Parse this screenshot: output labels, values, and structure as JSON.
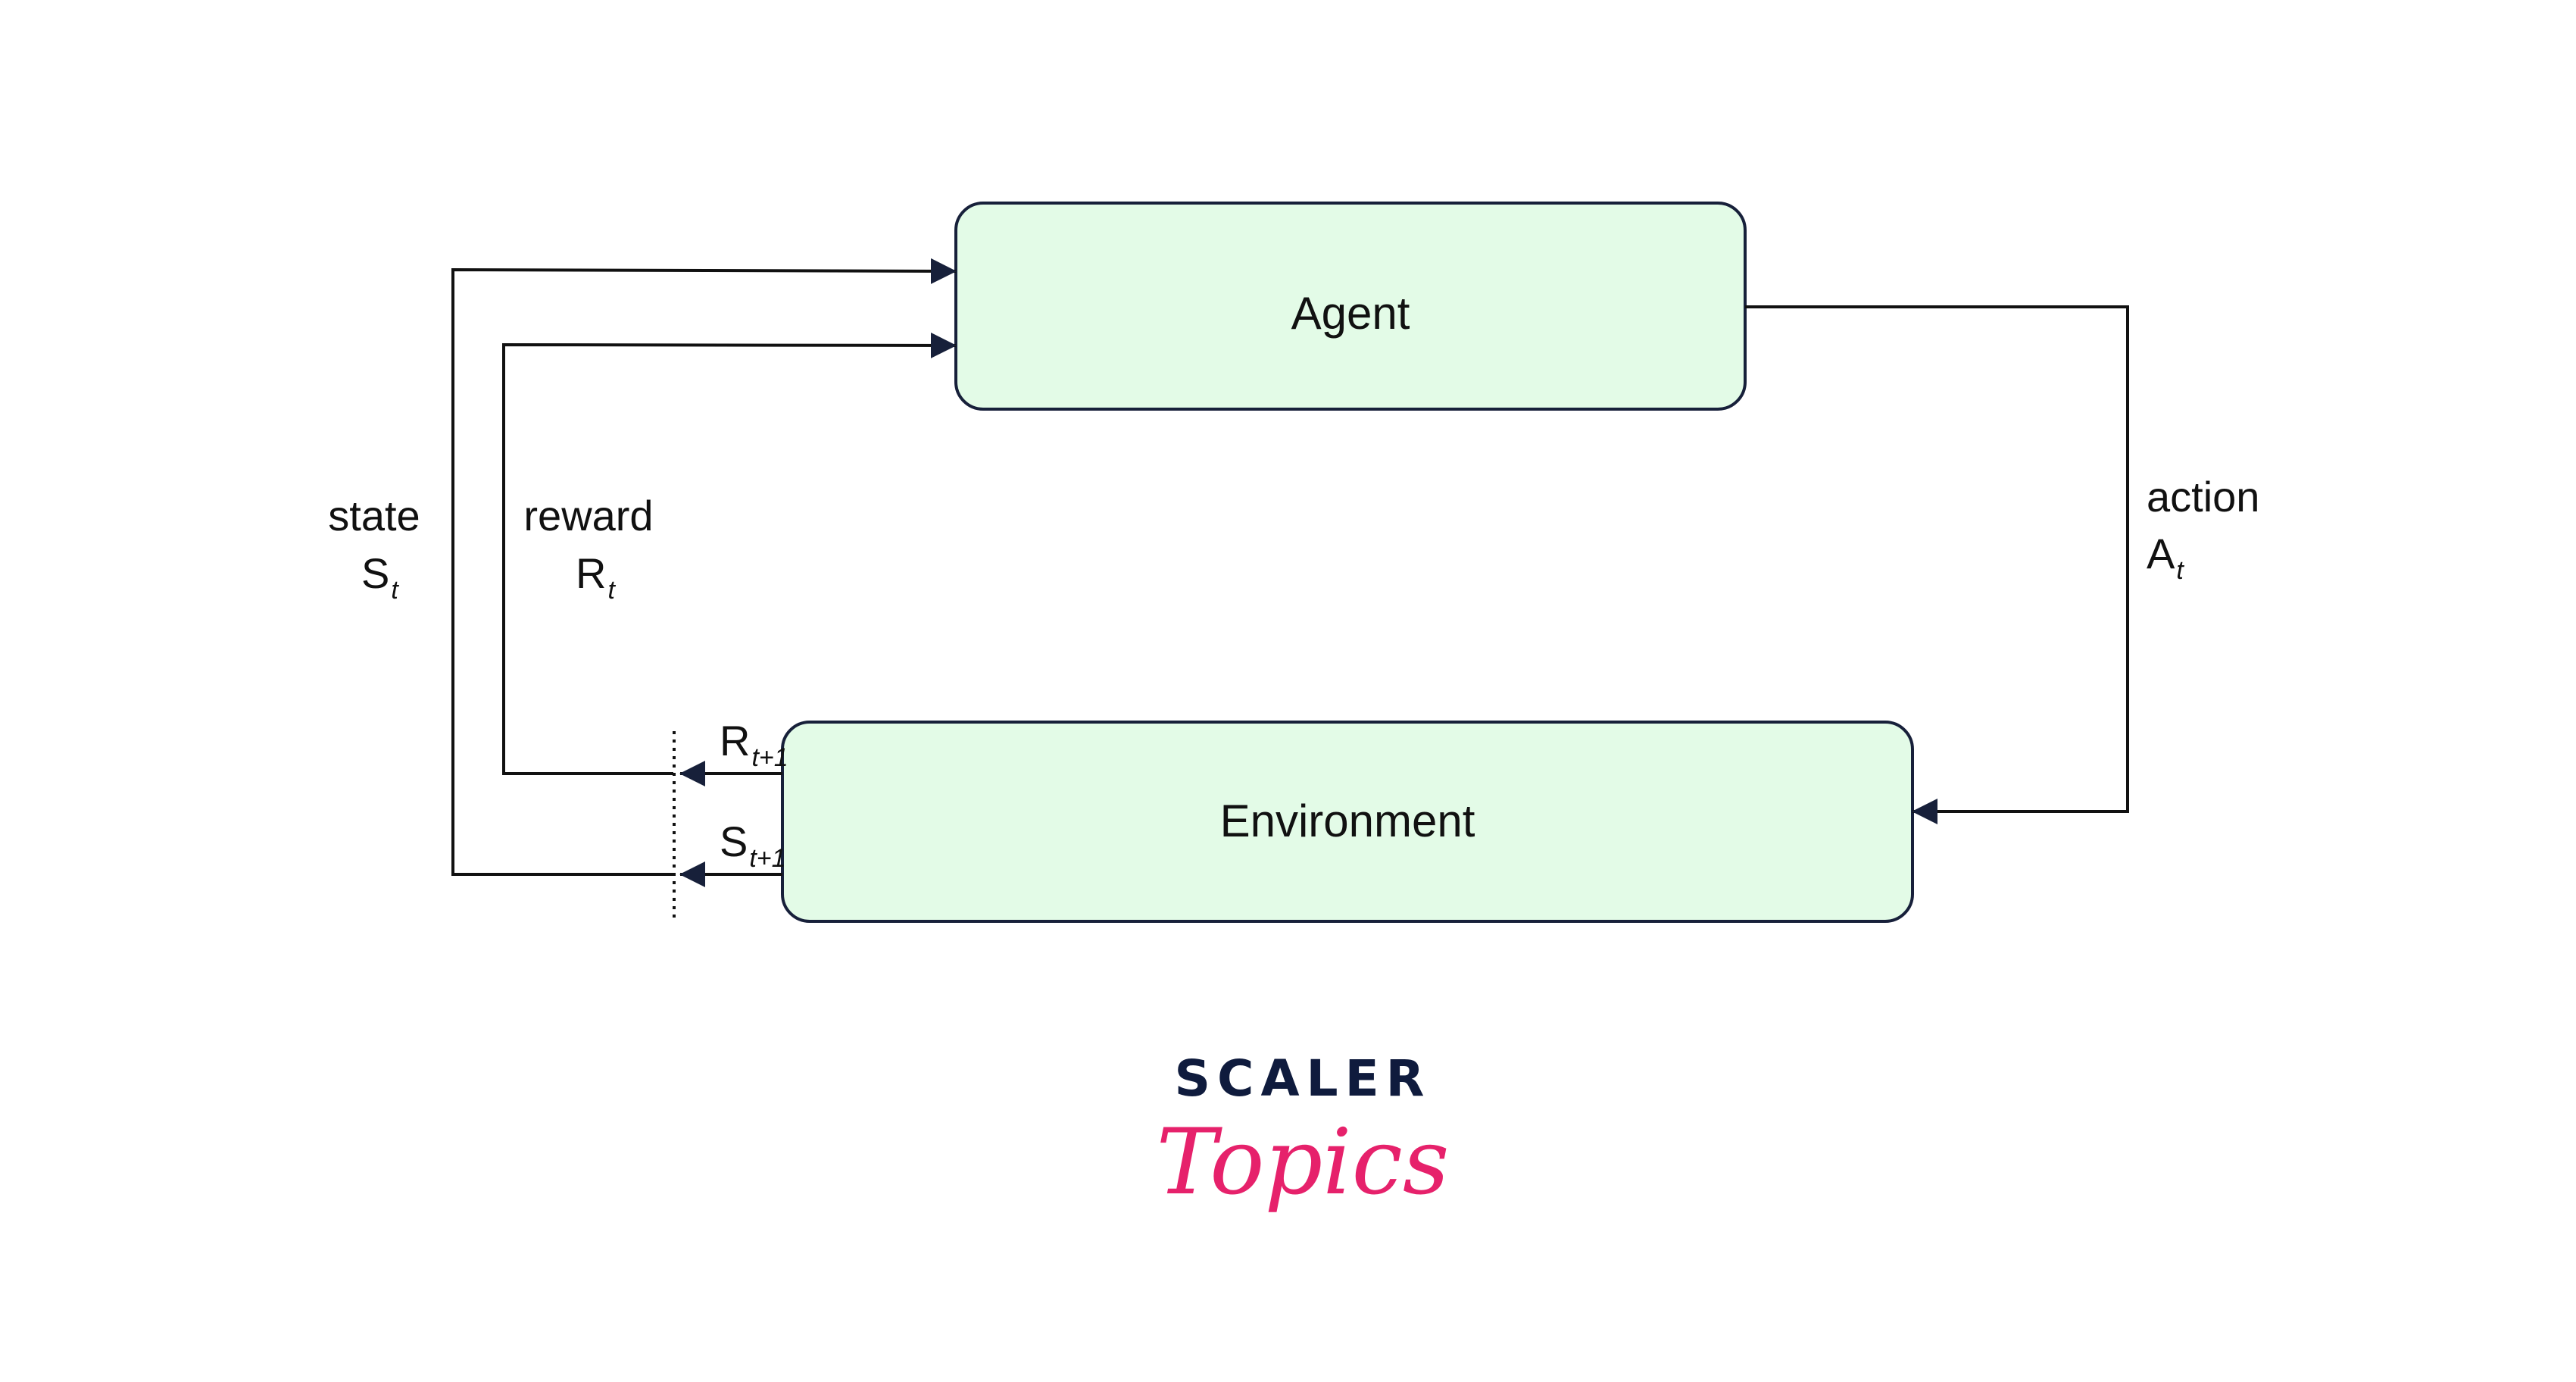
{
  "nodes": {
    "agent": {
      "label": "Agent"
    },
    "environment": {
      "label": "Environment"
    }
  },
  "edges": {
    "state": {
      "label": "state",
      "symbol": "S",
      "subscript": "t"
    },
    "reward": {
      "label": "reward",
      "symbol": "R",
      "subscript": "t"
    },
    "action": {
      "label": "action",
      "symbol": "A",
      "subscript": "t"
    },
    "next_reward": {
      "symbol": "R",
      "subscript": "t+1"
    },
    "next_state": {
      "symbol": "S",
      "subscript": "t+1"
    }
  },
  "logo": {
    "top": "SCALER",
    "bottom": "Topics"
  },
  "colors": {
    "box_fill": "#e3fbe7",
    "box_stroke": "#17203a",
    "line": "#111111",
    "arrow": "#17203a",
    "logo_dark": "#0f1b3d",
    "logo_pink": "#e6216b"
  }
}
